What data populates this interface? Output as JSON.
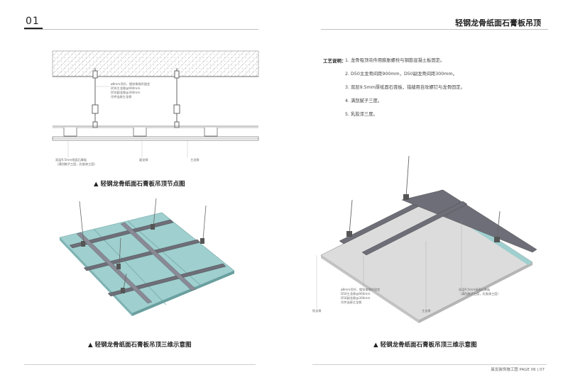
{
  "left_page": {
    "section_number": "01",
    "caption_section": "▲ 轻钢龙骨纸面石膏板吊顶节点图",
    "caption_3d": "▲ 轻钢龙骨纸面石膏板吊顶三维示意图"
  },
  "right_page": {
    "header_title": "轻钢龙骨纸面石膏板吊顶",
    "notes_label": "工艺说明：",
    "notes": [
      "1. 龙骨吸顶吊件用膨胀螺栓与钢筋混凝土板固定。",
      "2. D50主龙骨间距900mm，D50副龙骨间距300mm。",
      "3. 双层9.5mm厚纸面石膏板，错缝用自攻螺钉与龙骨固定。",
      "4. 满刮腻子三度。",
      "5. 乳胶漆三度。"
    ],
    "caption_3d": "▲ 轻钢龙骨纸面石膏板吊顶三维示意图",
    "footer": "晨龙装饰施工图 PAGE 06 | 07"
  }
}
